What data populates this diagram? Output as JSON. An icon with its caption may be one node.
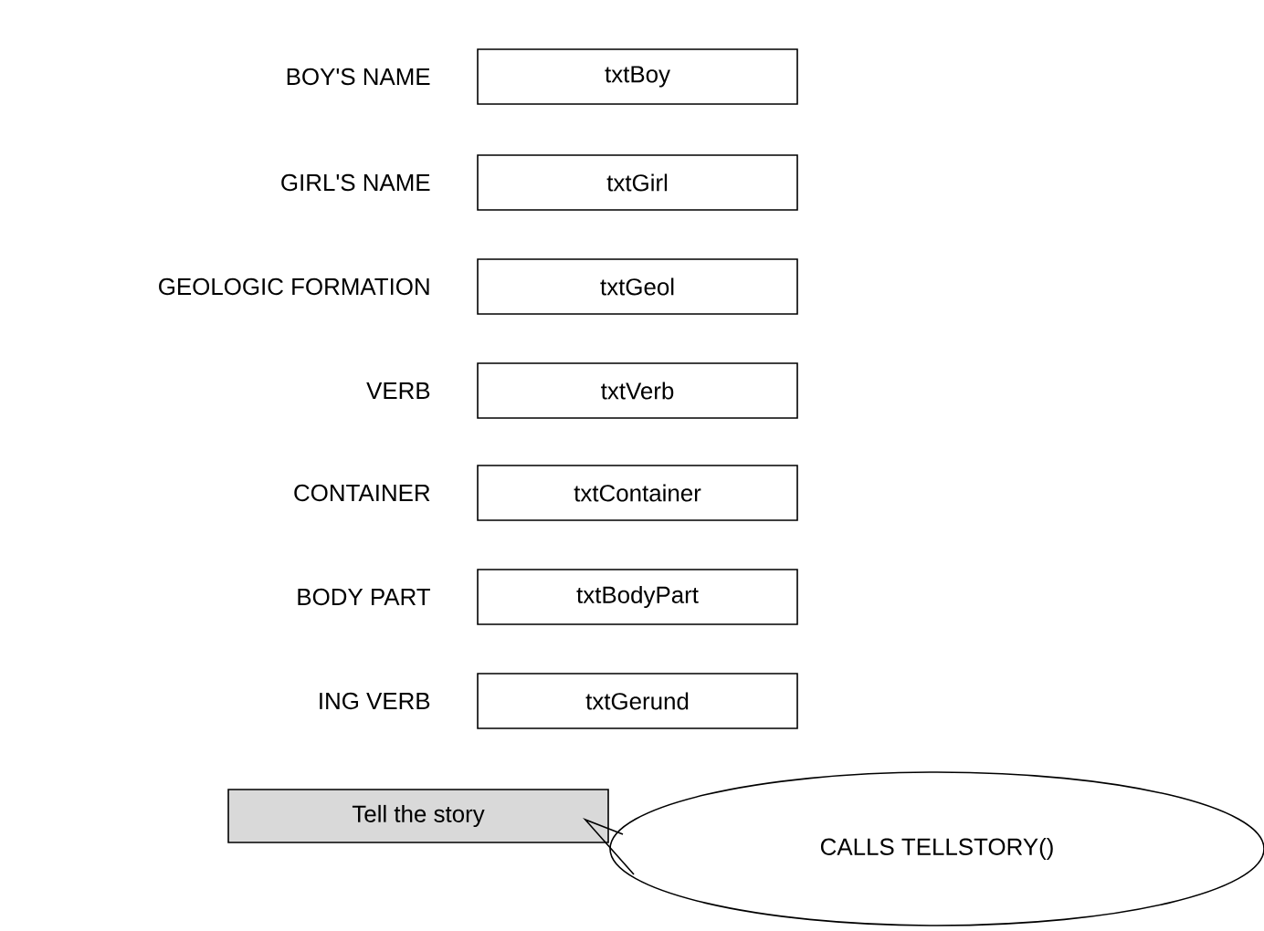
{
  "diagram": {
    "nodes": [
      {
        "text": [
          "txtBoy"
        ],
        "beside": [
          "BOY'S NAME"
        ]
      },
      {
        "text": [
          "txtGirl"
        ],
        "beside": [
          "GIRL'S NAME"
        ]
      },
      {
        "text": [
          "txtGeol"
        ],
        "beside": [
          "GEOLOGIC FORMATION"
        ]
      },
      {
        "text": [
          "txtVerb"
        ],
        "beside": [
          "VERB"
        ]
      },
      {
        "text": [
          "txtContainer"
        ],
        "beside": [
          "CONTAINER"
        ]
      },
      {
        "text": [
          "txtBodyPart"
        ],
        "beside": [
          "BODY PART"
        ]
      },
      {
        "text": [
          "txtGerund"
        ],
        "beside": [
          "ING VERB"
        ]
      },
      {
        "text": [
          "Tell the story"
        ]
      },
      {
        "text": [
          "CALLS TELLSTORY()"
        ]
      }
    ],
    "edges": [
      {
        "from": 8,
        "to": 7,
        "arrow": "none"
      }
    ]
  }
}
